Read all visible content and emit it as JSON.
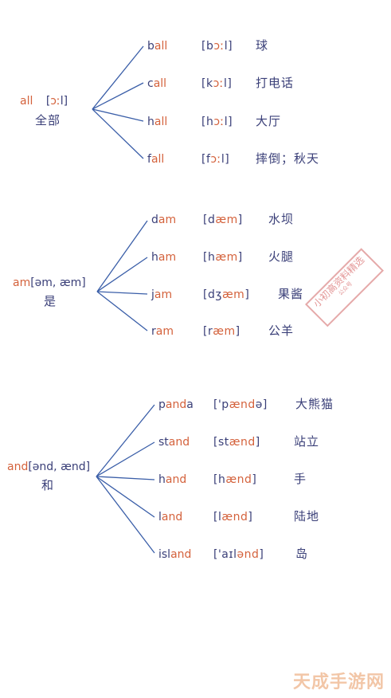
{
  "groups": [
    {
      "root": {
        "word": "all",
        "ph_open": "[",
        "ph_vowel": "ɔː",
        "ph_close": "l]",
        "meaning": "全部"
      },
      "words": [
        {
          "pre": "b",
          "suf": "all",
          "phon": [
            "[b",
            "ɔː",
            "l]"
          ],
          "meaning": "球"
        },
        {
          "pre": "c",
          "suf": "all",
          "phon": [
            "[k",
            "ɔː",
            "l]"
          ],
          "meaning": "打电话"
        },
        {
          "pre": "h",
          "suf": "all",
          "phon": [
            "[h",
            "ɔː",
            "l]"
          ],
          "meaning": "大厅"
        },
        {
          "pre": "f",
          "suf": "all",
          "phon": [
            "[f",
            "ɔː",
            "l]"
          ],
          "meaning": "摔倒；秋天"
        }
      ]
    },
    {
      "root": {
        "word": "am",
        "ph": "[əm, æm]",
        "meaning": "是"
      },
      "words": [
        {
          "pre": "d",
          "suf": "am",
          "phon": [
            "[d",
            "æm",
            "]"
          ],
          "meaning": "水坝"
        },
        {
          "pre": "h",
          "suf": "am",
          "phon": [
            "[h",
            "æm",
            "]"
          ],
          "meaning": "火腿"
        },
        {
          "pre": "j",
          "suf": "am",
          "phon": [
            "[dʒ",
            "æm",
            "]"
          ],
          "meaning": "果酱"
        },
        {
          "pre": "r",
          "suf": "am",
          "phon": [
            "[r",
            "æm",
            "]"
          ],
          "meaning": "公羊"
        }
      ]
    },
    {
      "root": {
        "word": "and",
        "ph": "[ənd, ænd]",
        "meaning": "和"
      },
      "words": [
        {
          "pre": "p",
          "suf": "and",
          "post": "a",
          "phon": [
            "['p",
            "ænd",
            "ə]"
          ],
          "meaning": "大熊猫"
        },
        {
          "pre": "st",
          "suf": "and",
          "phon": [
            "[st",
            "ænd",
            "]"
          ],
          "meaning": "站立"
        },
        {
          "pre": "h",
          "suf": "and",
          "phon": [
            "[h",
            "ænd",
            "]"
          ],
          "meaning": "手"
        },
        {
          "pre": "l",
          "suf": "and",
          "phon": [
            "[l",
            "ænd",
            "]"
          ],
          "meaning": "陆地"
        },
        {
          "pre": "isl",
          "suf": "and",
          "phon": [
            "['aɪl",
            "ənd",
            "]"
          ],
          "meaning": "岛"
        }
      ]
    }
  ],
  "stamp": {
    "text": "小初高资料精选",
    "sub": "公众号"
  },
  "watermark": "天成手游网",
  "colors": {
    "line": "#3a5ea8",
    "accent": "#d4623c",
    "ink": "#3a3f78"
  }
}
